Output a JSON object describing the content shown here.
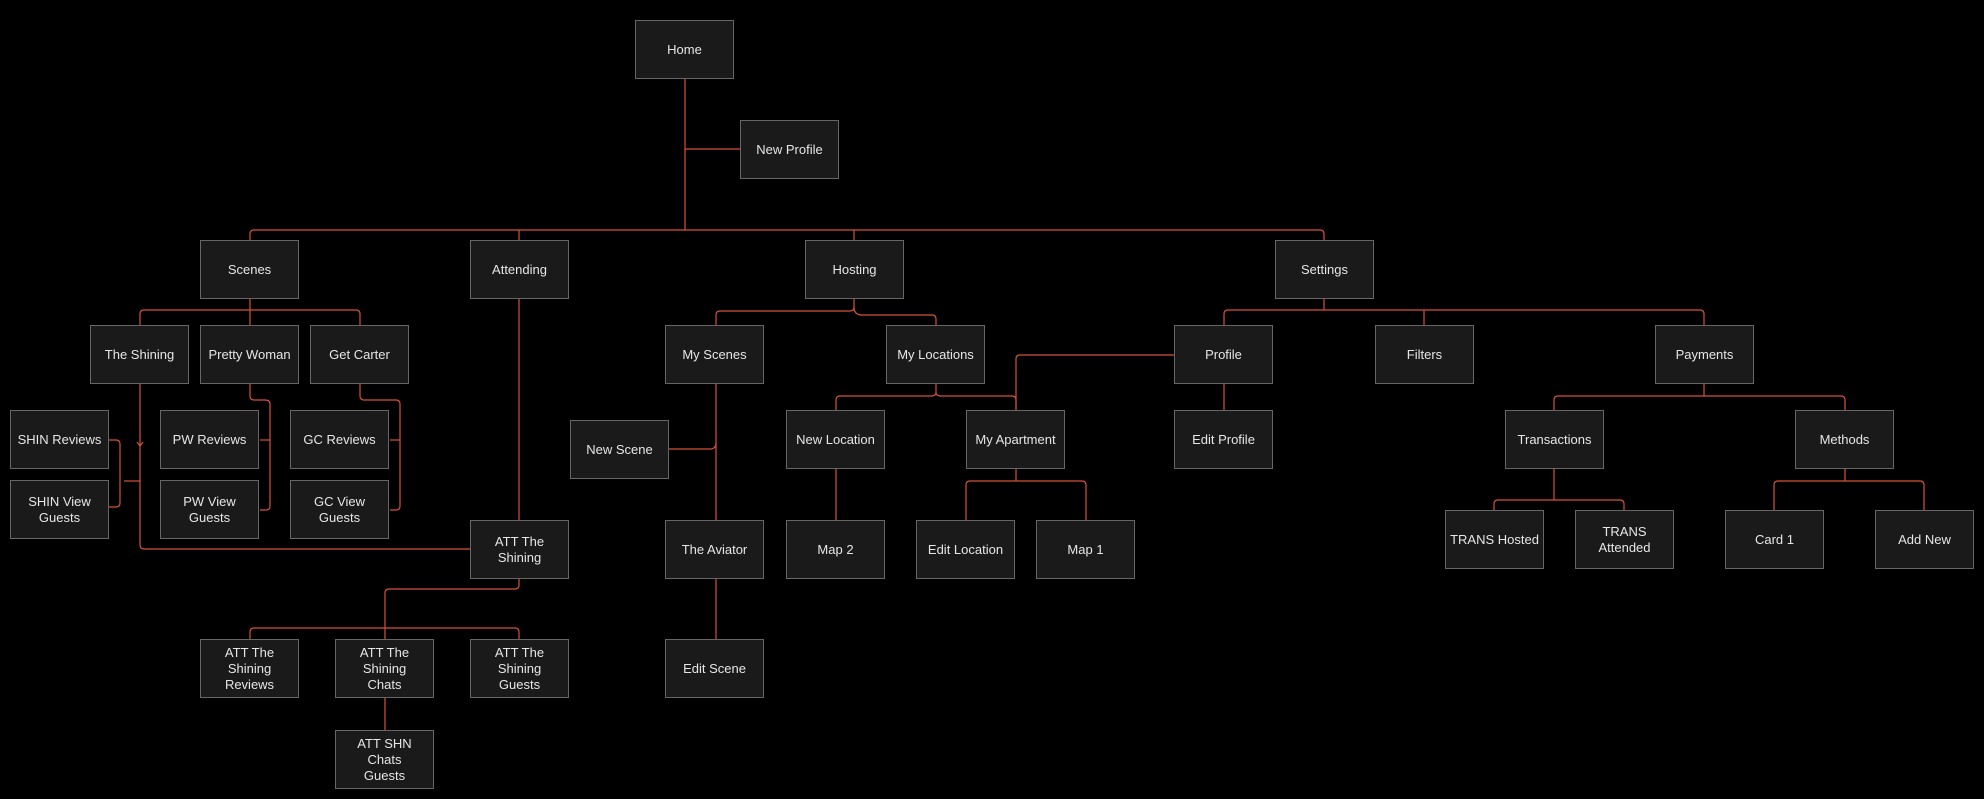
{
  "colors": {
    "background": "#000000",
    "node_fill": "#1a1a1a",
    "node_border": "#666666",
    "node_text": "#e6e6e6",
    "edge": "#d4523a"
  },
  "nodes": {
    "home": "Home",
    "new_profile": "New Profile",
    "scenes": "Scenes",
    "attending": "Attending",
    "hosting": "Hosting",
    "settings": "Settings",
    "the_shining": "The Shining",
    "pretty_woman": "Pretty Woman",
    "get_carter": "Get Carter",
    "shin_reviews": "SHIN Reviews",
    "shin_view_guests": "SHIN View\nGuests",
    "pw_reviews": "PW Reviews",
    "pw_view_guests": "PW View\nGuests",
    "gc_reviews": "GC Reviews",
    "gc_view_guests": "GC View\nGuests",
    "att_the_shining": "ATT The Shining",
    "att_shining_reviews": "ATT The Shining\nReviews",
    "att_shining_chats": "ATT The Shining\nChats",
    "att_shining_guests": "ATT The Shining\nGuests",
    "att_shn_chats_guests": "ATT SHN Chats\nGuests",
    "my_scenes": "My Scenes",
    "new_scene": "New Scene",
    "the_aviator": "The Aviator",
    "edit_scene": "Edit Scene",
    "my_locations": "My Locations",
    "new_location": "New Location",
    "map_2": "Map 2",
    "my_apartment": "My Apartment",
    "edit_location": "Edit Location",
    "map_1": "Map 1",
    "profile": "Profile",
    "edit_profile": "Edit Profile",
    "filters": "Filters",
    "payments": "Payments",
    "transactions": "Transactions",
    "trans_hosted": "TRANS Hosted",
    "trans_attended": "TRANS\nAttended",
    "methods": "Methods",
    "card_1": "Card 1",
    "add_new": "Add New"
  }
}
